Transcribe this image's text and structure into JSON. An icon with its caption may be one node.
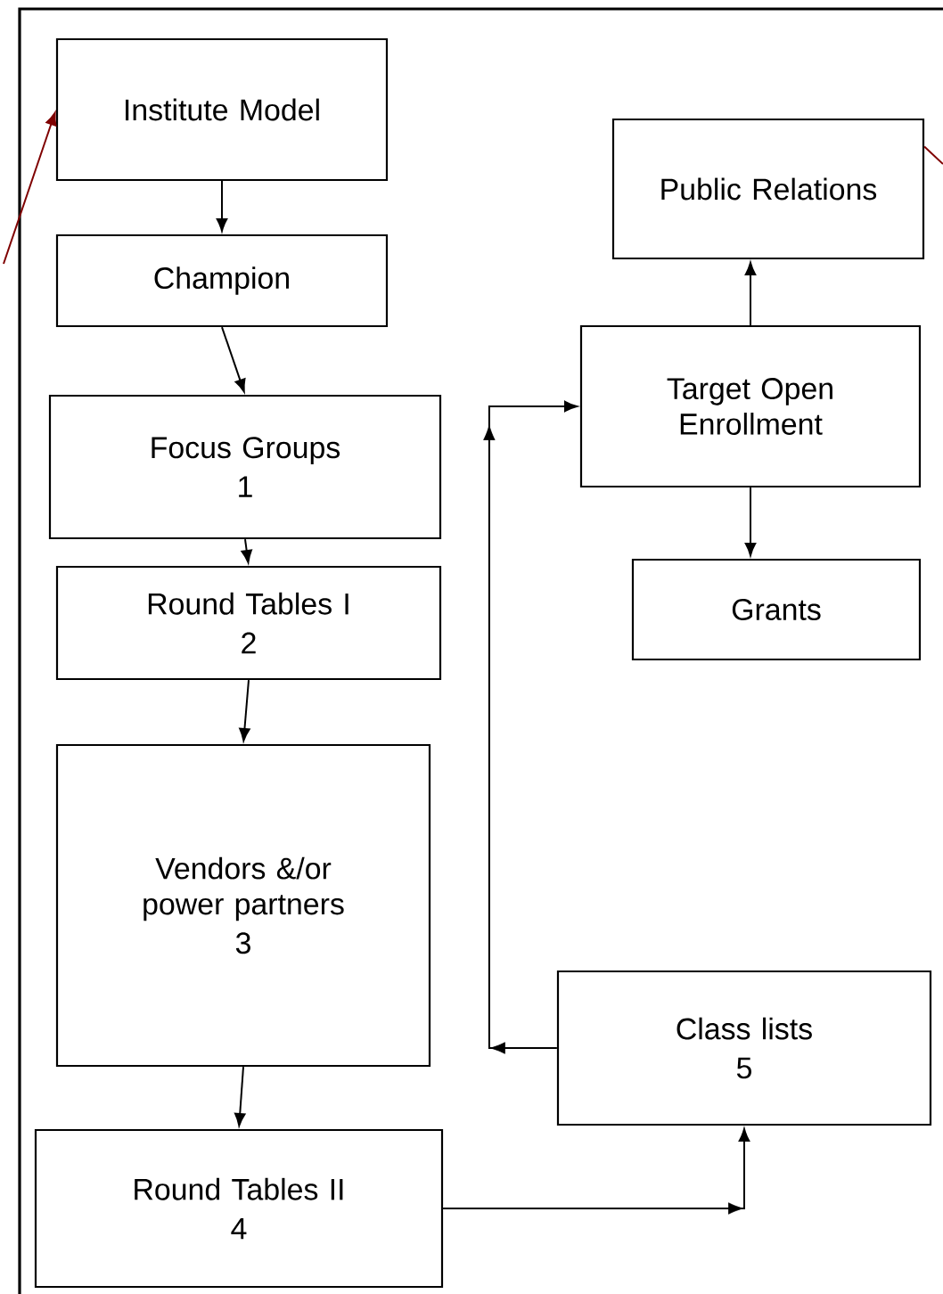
{
  "diagram": {
    "nodes": [
      {
        "text": [
          "Institute Model"
        ]
      },
      {
        "text": [
          "Champion"
        ]
      },
      {
        "text": [
          "Focus Groups",
          "1"
        ]
      },
      {
        "text": [
          "Round Tables I",
          "2"
        ]
      },
      {
        "text": [
          "Vendors &/or power partners",
          "3"
        ]
      },
      {
        "text": [
          "Round Tables II",
          "4"
        ]
      },
      {
        "text": [
          "Public Relations"
        ]
      },
      {
        "text": [
          "Target Open Enrollment"
        ]
      },
      {
        "text": [
          "Grants"
        ]
      },
      {
        "text": [
          "Class lists",
          "5"
        ]
      }
    ],
    "edges": [
      {
        "from": 0,
        "to": 1,
        "arrow": "to"
      },
      {
        "from": 1,
        "to": 2,
        "arrow": "to"
      },
      {
        "from": 2,
        "to": 3,
        "arrow": "to"
      },
      {
        "from": 3,
        "to": 4,
        "arrow": "to"
      },
      {
        "from": 4,
        "to": 5,
        "arrow": "to"
      },
      {
        "from": 5,
        "to": 9,
        "arrow": "to"
      },
      {
        "from": 9,
        "to": 7,
        "arrow": "to"
      },
      {
        "from": 7,
        "to": 6,
        "arrow": "to"
      },
      {
        "from": 7,
        "to": 8,
        "arrow": "to"
      },
      {
        "from": null,
        "to": 0,
        "arrow": "to",
        "color": "#7f0000"
      },
      {
        "from": 6,
        "to": null,
        "arrow": "none",
        "color": "#7f0000"
      }
    ]
  }
}
